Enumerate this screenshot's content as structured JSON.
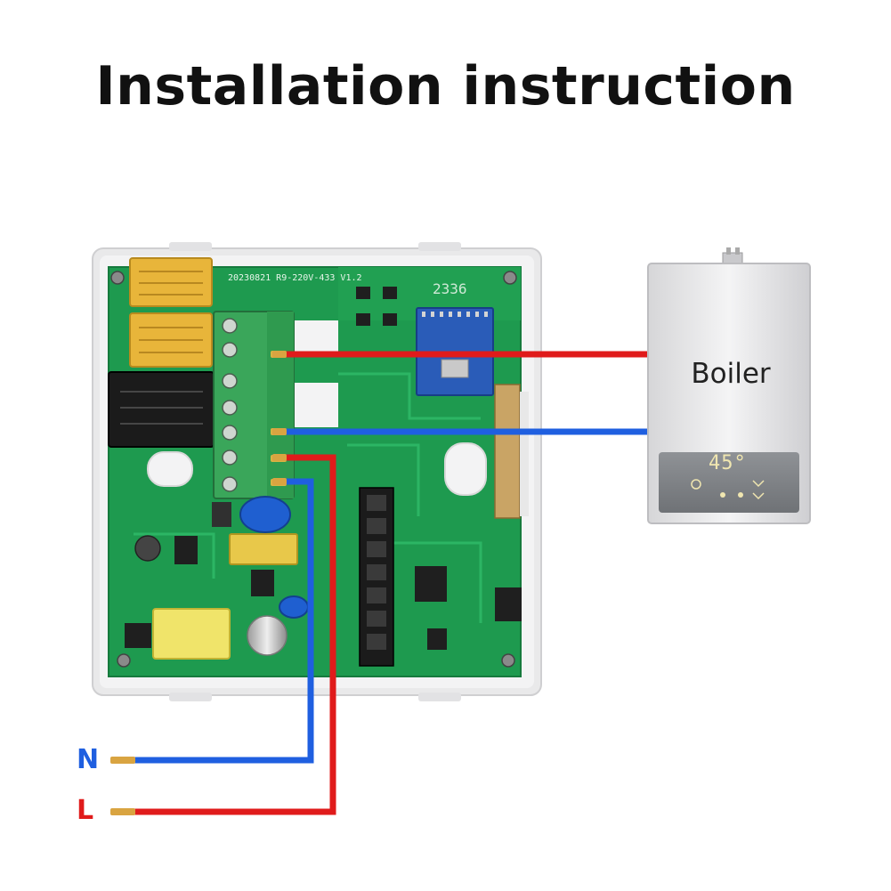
{
  "title": "Installation instruction",
  "device": {
    "board_silkscreen": "20230821 R9-220V-433 V1.2",
    "board_code": "2336"
  },
  "boiler": {
    "label": "Boiler",
    "display_temperature": "45°"
  },
  "wires": [
    {
      "label": "N",
      "color": "#1f5fe0"
    },
    {
      "label": "L",
      "color": "#e01b1b"
    }
  ],
  "colors": {
    "pcb": "#1e9a4f",
    "terminal_block": "#3aa65a",
    "live_wire": "#e01b1b",
    "neutral_wire": "#1f5fe0",
    "relay": "#e8b53a",
    "boiler_body": "#e4e4e6"
  }
}
